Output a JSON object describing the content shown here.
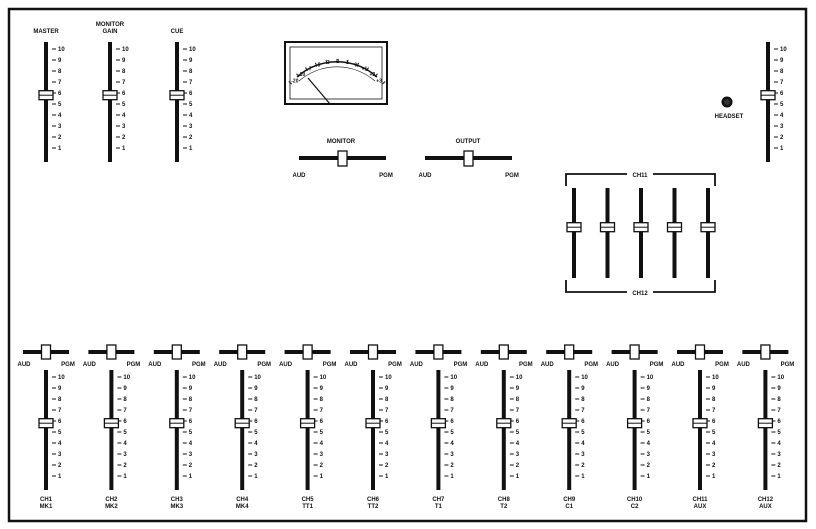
{
  "top_faders": [
    {
      "label_lines": [
        "MASTER"
      ],
      "level": 5.8
    },
    {
      "label_lines": [
        "MONITOR",
        "GAIN"
      ],
      "level": 5.8
    },
    {
      "label_lines": [
        "CUE"
      ],
      "level": 5.8
    }
  ],
  "fader_scale": [
    "10",
    "9",
    "8",
    "7",
    "6",
    "5",
    "4",
    "3",
    "2",
    "1"
  ],
  "meter": {
    "scale_labels": [
      "-20",
      "-10",
      "-7",
      "-5",
      "-3",
      "-2",
      "-1",
      "0",
      "+1",
      "+2",
      "+3"
    ]
  },
  "monitor_switch": {
    "title": "MONITOR",
    "left": "AUD",
    "right": "PGM"
  },
  "output_switch": {
    "title": "OUTPUT",
    "left": "AUD",
    "right": "PGM"
  },
  "headset": {
    "label": "HEADSET"
  },
  "headset_fader": {
    "level": 5.8
  },
  "group": {
    "top_label": "CH11",
    "bottom_label": "CH12",
    "fader_count": 5
  },
  "channels": [
    {
      "line1": "CH1",
      "line2": "MK1",
      "level": 5.8
    },
    {
      "line1": "CH2",
      "line2": "MK2",
      "level": 5.8
    },
    {
      "line1": "CH3",
      "line2": "MK3",
      "level": 5.8
    },
    {
      "line1": "CH4",
      "line2": "MK4",
      "level": 5.8
    },
    {
      "line1": "CH5",
      "line2": "TT1",
      "level": 5.8
    },
    {
      "line1": "CH6",
      "line2": "TT2",
      "level": 5.8
    },
    {
      "line1": "CH7",
      "line2": "T1",
      "level": 5.8
    },
    {
      "line1": "CH8",
      "line2": "T2",
      "level": 5.8
    },
    {
      "line1": "CH9",
      "line2": "C1",
      "level": 5.8
    },
    {
      "line1": "CH10",
      "line2": "C2",
      "level": 5.8
    },
    {
      "line1": "CH11",
      "line2": "AUX",
      "level": 5.8
    },
    {
      "line1": "CH12",
      "line2": "AUX",
      "level": 5.8
    }
  ],
  "channel_switch": {
    "left": "AUD",
    "right": "PGM"
  }
}
